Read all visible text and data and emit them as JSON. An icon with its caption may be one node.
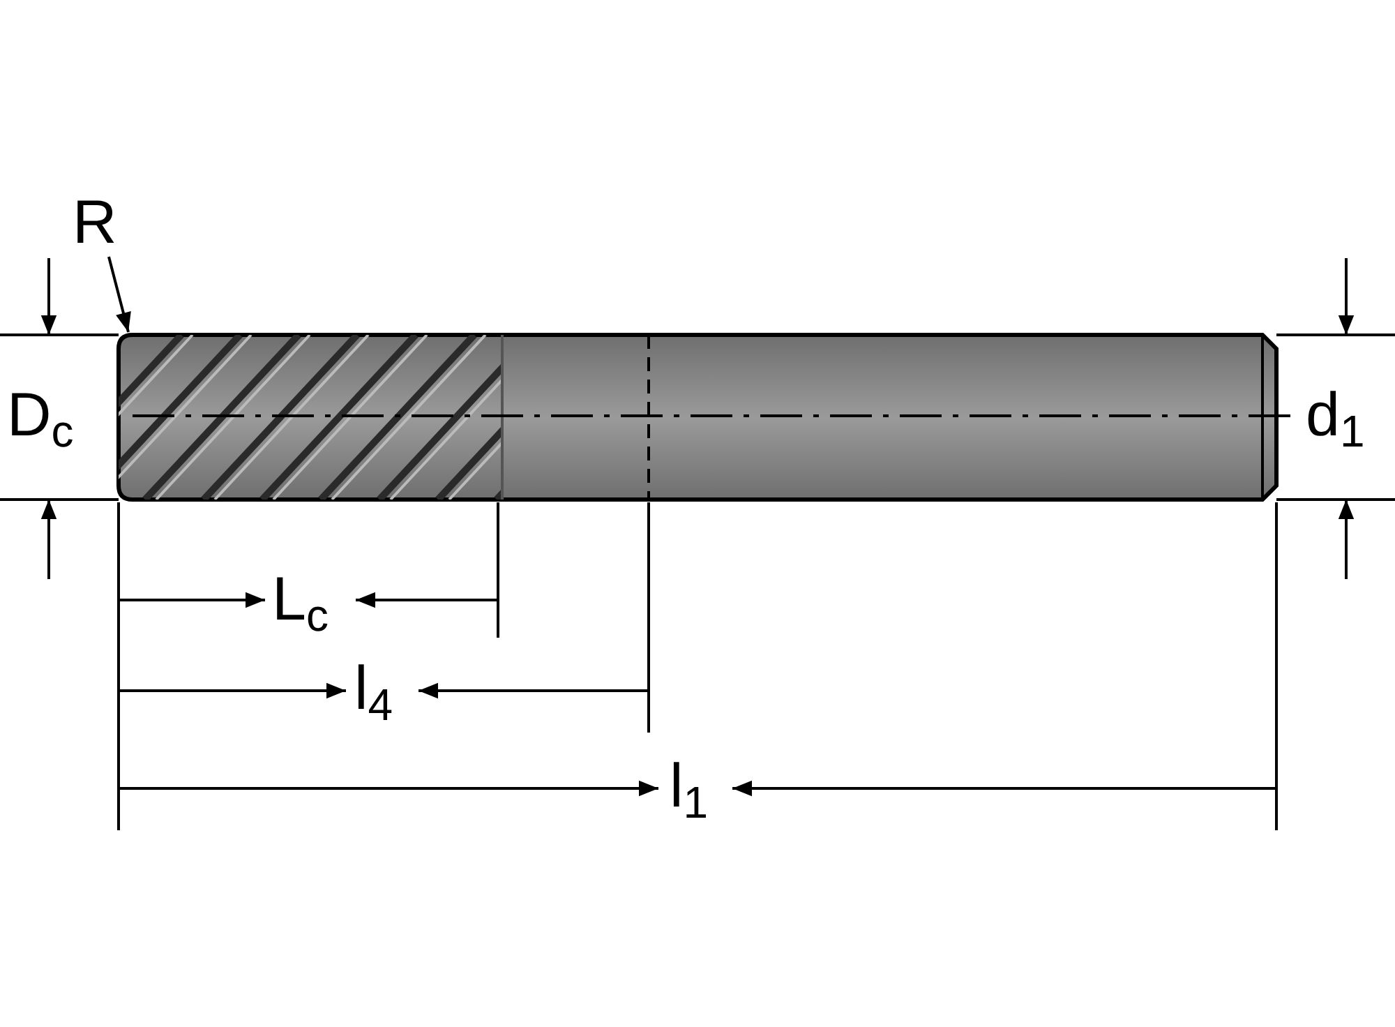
{
  "diagram": {
    "nodes": [
      {
        "text": [
          "R"
        ]
      },
      {
        "text": [],
        "shape": "picture"
      }
    ],
    "edges": [
      {
        "from": 0,
        "to": 1,
        "arrow": "to"
      }
    ],
    "labels": [
      "D$_{c}$",
      "d$_{1}$",
      "L$_{c}$",
      "l$_{4}$",
      "l$_{1}$"
    ]
  }
}
